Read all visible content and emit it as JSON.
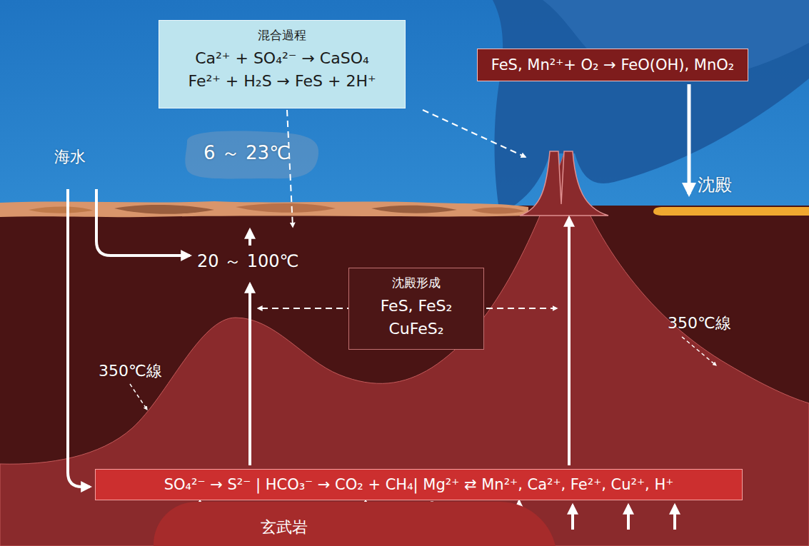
{
  "diagram": {
    "nodes": [
      {
        "text": [
          "混合過程",
          "Ca²⁺ + SO₄²⁻ →  CaSO₄",
          "Fe²⁺ + H₂S → FeS + 2H⁺"
        ]
      },
      {
        "text": [
          "FeS, Mn²⁺+ O₂ → FeO(OH), MnO₂"
        ]
      },
      {
        "text": [
          "沈殿形成",
          "FeS, FeS₂",
          "CuFeS₂"
        ]
      },
      {
        "text": [
          "SO₄²⁻ → S²⁻ | HCO₃⁻ → CO₂ + CH₄| Mg²⁺ ⇄ Mn²⁺, Ca²⁺, Fe²⁺, Cu²⁺, H⁺"
        ]
      },
      {
        "text": [
          "玄武岩"
        ]
      }
    ],
    "edges": [
      {
        "from": 4,
        "to": 3,
        "arrow": "to"
      },
      {
        "from": 4,
        "to": 3,
        "arrow": "to"
      },
      {
        "from": 4,
        "to": 3,
        "arrow": "to"
      },
      {
        "from": 3,
        "to": 4,
        "arrow": "to"
      }
    ],
    "labels": [
      "6 ～ 23℃",
      "海水",
      "20 ～ 100℃",
      "沈殿",
      "350℃線",
      "350℃線"
    ]
  }
}
